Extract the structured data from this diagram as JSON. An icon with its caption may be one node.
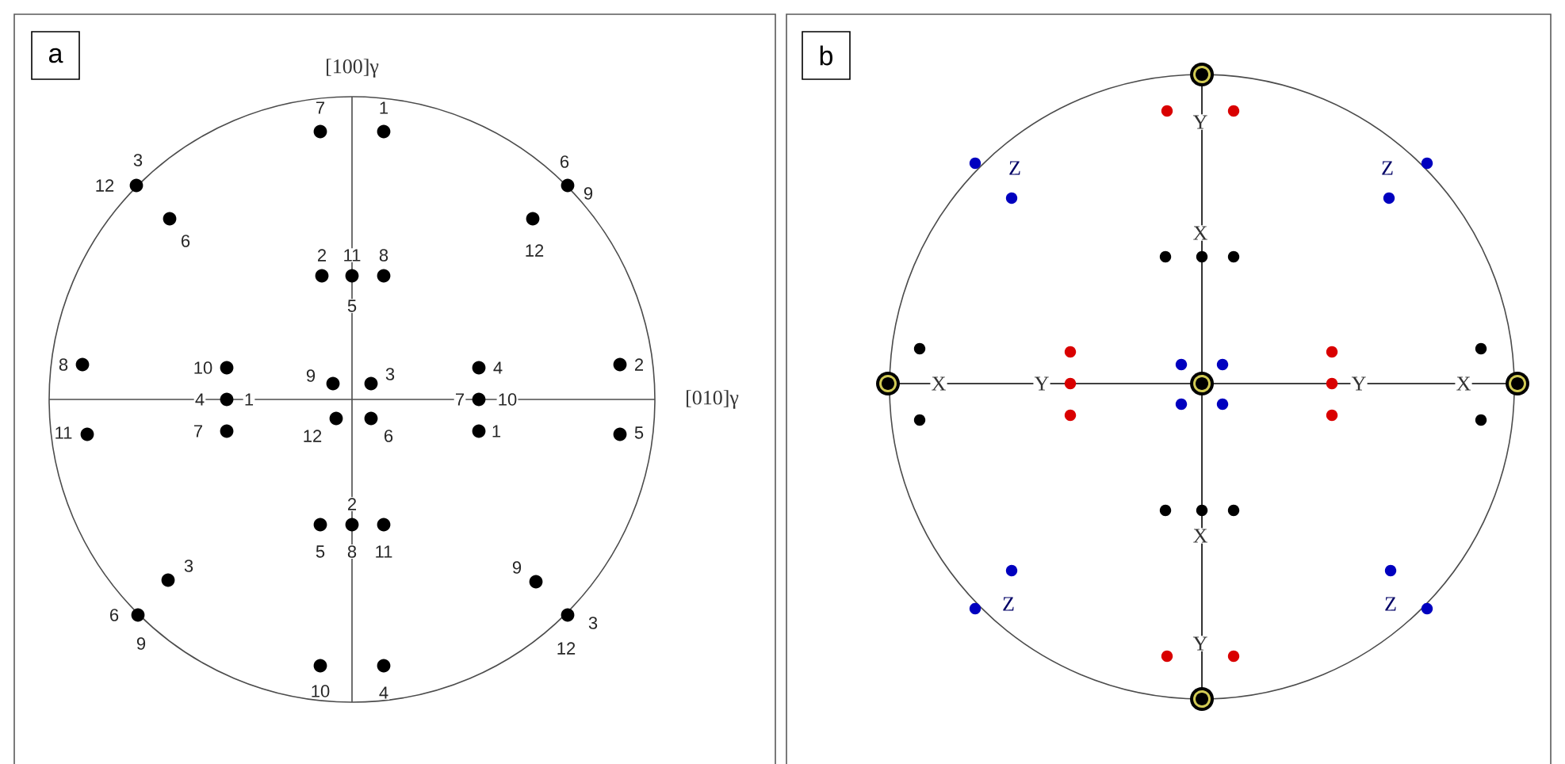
{
  "diagram": {
    "nodes": [
      {
        "text": [
          "a"
        ]
      },
      {
        "text": [
          "b"
        ]
      }
    ],
    "labels": [
      "[100]γ",
      "7",
      "1",
      "3",
      "6",
      "12",
      "9",
      "6",
      "2",
      "11",
      "8",
      "12",
      "5",
      "8",
      "10",
      "9",
      "3",
      "4",
      "2",
      "4",
      "1",
      "7",
      "10",
      "[010]γ",
      "11",
      "7",
      "12",
      "6",
      "1",
      "5",
      "2",
      "5",
      "8",
      "11",
      "3",
      "9",
      "6",
      "3",
      "9",
      "12",
      "10",
      "4",
      "Y",
      "Z",
      "Z",
      "X",
      "X",
      "Y",
      "Y",
      "X",
      "X",
      "Z",
      "Z",
      "Y"
    ]
  }
}
